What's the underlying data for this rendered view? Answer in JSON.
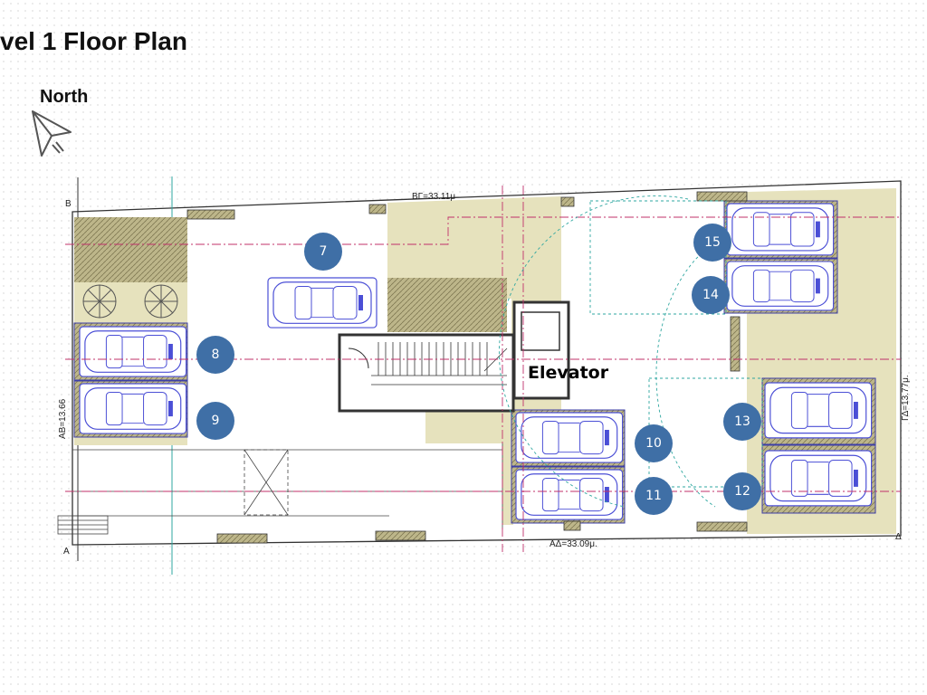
{
  "slide": {
    "title": "vel 1 Floor Plan",
    "north_label": "North"
  },
  "plan": {
    "labels": {
      "elevator": "Elevator",
      "dim_top": "ΒΓ=33.11μ",
      "dim_left": "ΑΒ=13.66",
      "dim_bottom": "ΑΔ=33.09μ.",
      "dim_right": "ΓΔ=13.77μ.",
      "corner_b": "Β",
      "corner_a": "Α",
      "corner_d": "Δ"
    },
    "parking_spots": [
      "7",
      "8",
      "9",
      "10",
      "11",
      "12",
      "13",
      "14",
      "15"
    ]
  },
  "colors": {
    "marker": "#3f6fa6",
    "car_outline": "#4b4fd6",
    "landscape": "#e6e2bd",
    "paving": "#a8a27a",
    "axis_line": "#c0306a",
    "guide_line": "#2fa7a0"
  }
}
